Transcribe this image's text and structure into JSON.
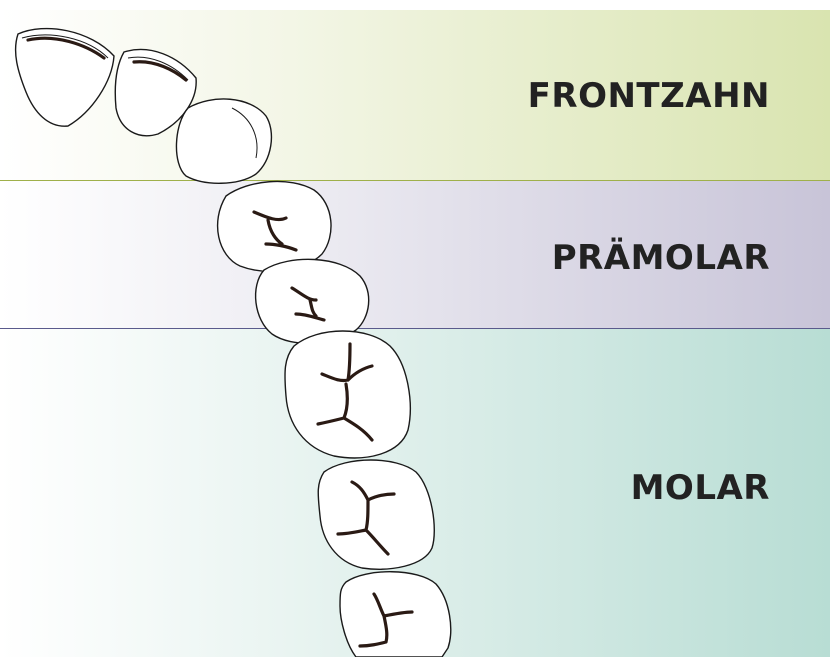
{
  "sections": {
    "front": {
      "label": "FRONTZAHN"
    },
    "premolar": {
      "label": "PRÄMOLAR"
    },
    "molar": {
      "label": "MOLAR"
    }
  },
  "colors": {
    "frontzahn_band": "#d9e4b0",
    "praemolar_band": "#c8c4d8",
    "molar_band": "#b8ddd4",
    "outline": "#1a1a1a",
    "fissure": "#2a1a14"
  }
}
